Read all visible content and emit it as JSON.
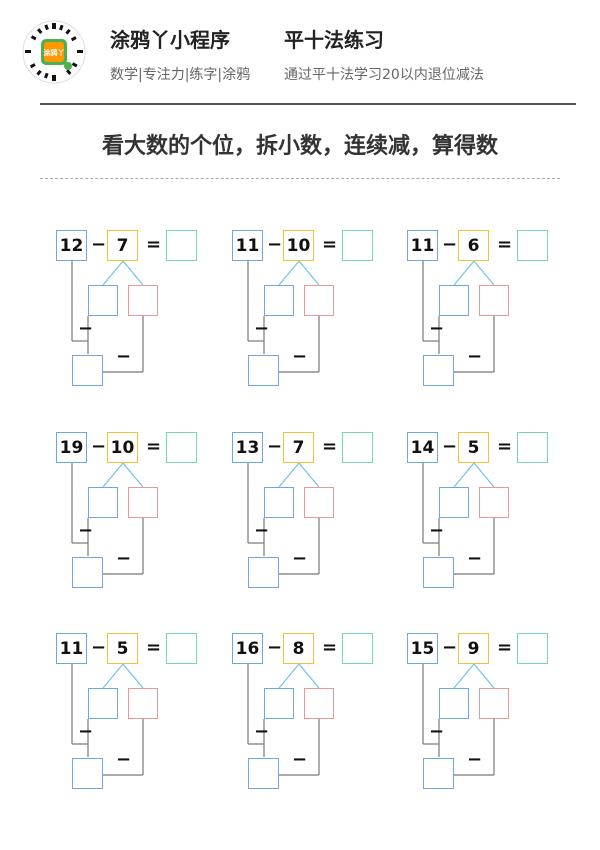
{
  "header": {
    "brand": "涂鸦丫小程序",
    "brand_tags": "数学|专注力|练字|涂鸦",
    "worksheet_title": "平十法练习",
    "worksheet_subtitle": "通过平十法学习20以内退位减法",
    "qr_label": "涂鸦丫",
    "qr_icon": "wechat-mini-program-qr-icon"
  },
  "instruction": "看大数的个位，拆小数，连续减，算得数",
  "operators": {
    "minus": "−",
    "equals": "=",
    "split_minus": "−"
  },
  "colors": {
    "minuend_box": "#6fa8dc",
    "subtrahend_box": "#f1c232",
    "answer_box": "#76d7b0",
    "split_left_box": "#6fa8dc",
    "split_right_box": "#ea9999",
    "result_box": "#6fa8dc",
    "branch_lines": "#6fc3e8",
    "connector_lines": "#777777"
  },
  "problems": [
    {
      "minuend": "12",
      "subtrahend": "7"
    },
    {
      "minuend": "11",
      "subtrahend": "10"
    },
    {
      "minuend": "11",
      "subtrahend": "6"
    },
    {
      "minuend": "19",
      "subtrahend": "10"
    },
    {
      "minuend": "13",
      "subtrahend": "7"
    },
    {
      "minuend": "14",
      "subtrahend": "5"
    },
    {
      "minuend": "11",
      "subtrahend": "5"
    },
    {
      "minuend": "16",
      "subtrahend": "8"
    },
    {
      "minuend": "15",
      "subtrahend": "9"
    }
  ]
}
